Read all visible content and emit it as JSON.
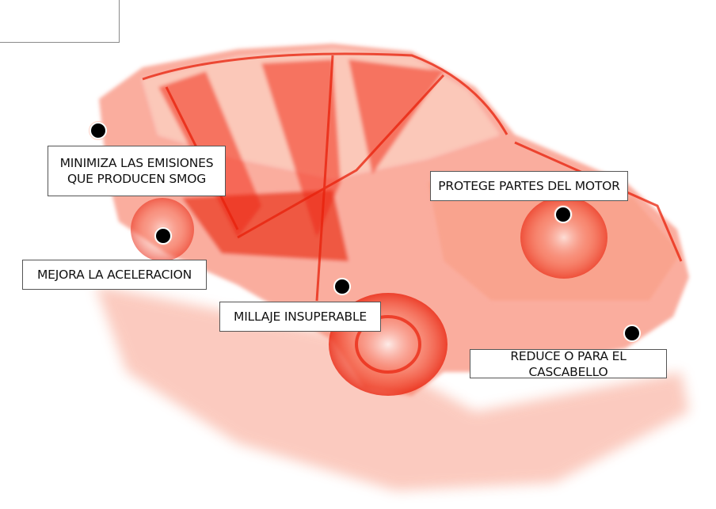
{
  "colors": {
    "car_red": "#f2301a",
    "label_border": "#555555",
    "dot": "#000000"
  },
  "callouts": [
    {
      "id": "emisiones",
      "lines": [
        "MINIMIZA LAS EMISIONES",
        "QUE PRODUCEN SMOG"
      ]
    },
    {
      "id": "motor",
      "lines": [
        "PROTEGE PARTES DEL MOTOR"
      ]
    },
    {
      "id": "aceleracion",
      "lines": [
        "MEJORA LA ACELERACION"
      ]
    },
    {
      "id": "millaje",
      "lines": [
        "MILLAJE INSUPERABLE"
      ]
    },
    {
      "id": "cascabello",
      "lines": [
        "REDUCE O PARA EL CASCABELLO"
      ]
    }
  ]
}
